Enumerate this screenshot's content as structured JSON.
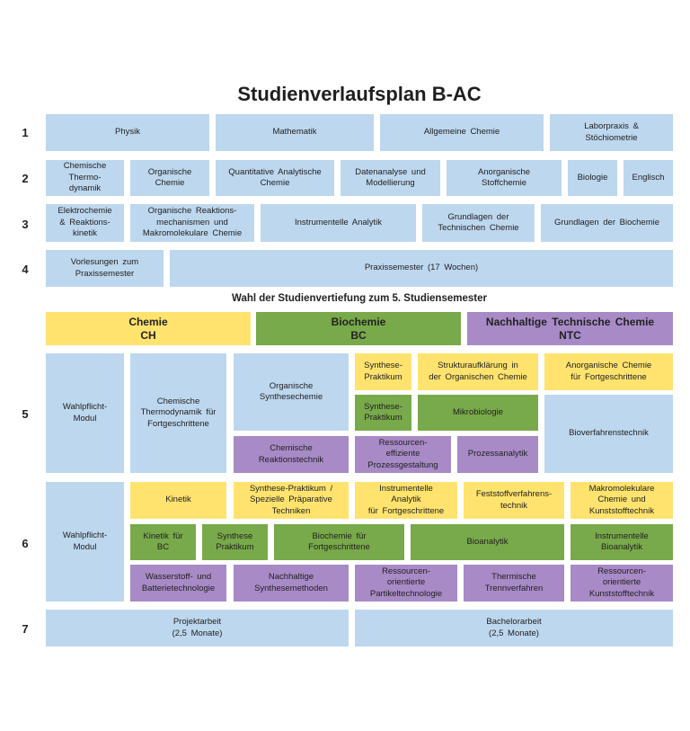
{
  "title": "Studienverlaufsplan B-AC",
  "row_numbers": [
    "1",
    "2",
    "3",
    "4",
    "5",
    "6",
    "7"
  ],
  "wahl_text": "Wahl der Studienvertiefung zum 5. Studiensemester",
  "colors": {
    "blue": "#bdd7ee",
    "yellow": "#ffe36e",
    "green": "#78a94a",
    "purple": "#a78ac6"
  },
  "row1": [
    "Physik",
    "Mathematik",
    "Allgemeine Chemie",
    "Laborpraxis &\nStöchiometrie"
  ],
  "row2": [
    "Chemische\nThermo-\ndynamik",
    "Organische\nChemie",
    "Quantitative Analytische\nChemie",
    "Datenanalyse und\nModellierung",
    "Anorganische\nStoffchemie",
    "Biologie",
    "Englisch"
  ],
  "row3": [
    "Elektrochemie\n& Reaktions-\nkinetik",
    "Organische Reaktions-\nmechanismen und\nMakromolekulare Chemie",
    "Instrumentelle Analytik",
    "Grundlagen der\nTechnischen Chemie",
    "Grundlagen der Biochemie"
  ],
  "row4": [
    "Vorlesungen zum\nPraxissemester",
    "Praxissemester (17 Wochen)"
  ],
  "tracks": [
    "Chemie\nCH",
    "Biochemie\nBC",
    "Nachhaltige Technische Chemie\nNTC"
  ],
  "row5": [
    "Wahlpflicht-\nModul",
    "Chemische\nThermodynamik für\nFortgeschrittene",
    "Organische\nSynthesechemie",
    "Synthese-\nPraktikum",
    "Strukturaufklärung in\nder Organischen Chemie",
    "Anorganische Chemie\nfür Fortgeschrittene",
    "Synthese-\nPraktikum",
    "Mikrobiologie",
    "Bioverfahrenstechnik",
    "Chemische\nReaktionstechnik",
    "Ressourcen-\neffiziente\nProzessgestaltung",
    "Prozessanalytik"
  ],
  "row6": [
    "Wahlpflicht-\nModul",
    "Kinetik",
    "Synthese-Praktikum /\nSpezielle Präparative\nTechniken",
    "Instrumentelle\nAnalytik\nfür Fortgeschrittene",
    "Feststoffverfahrens-\ntechnik",
    "Makromolekulare\nChemie und\nKunststofftechnik",
    "Kinetik für\nBC",
    "Synthese\nPraktikum",
    "Biochemie für\nFortgeschrittene",
    "Bioanalytik",
    "Instrumentelle\nBioanalytik",
    "Wasserstoff- und\nBatterietechnologie",
    "Nachhaltige\nSynthesemethoden",
    "Ressourcen-\norientierte\nPartikeltechnologie",
    "Thermische\nTrennverfahren",
    "Ressourcen-\norientierte\nKunststofftechnik"
  ],
  "row7": [
    "Projektarbeit\n(2,5 Monate)",
    "Bachelorarbeit\n(2,5 Monate)"
  ]
}
